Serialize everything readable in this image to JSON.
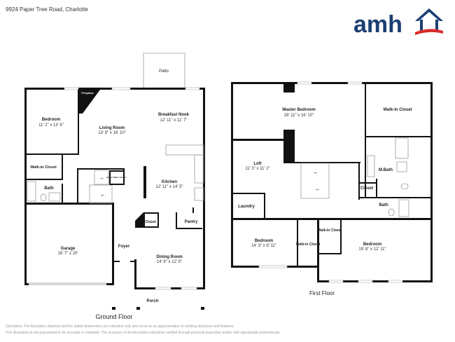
{
  "header": {
    "address": "9924 Paper Tree Road, Charlotte"
  },
  "logo": {
    "text": "amh",
    "brand_color": "#1c3f73",
    "swoosh_color": "#d92b2b"
  },
  "ground_floor": {
    "label": "Ground Floor",
    "rooms": [
      {
        "name": "Bedroom",
        "dims": "11' 2\" x 13' 6\""
      },
      {
        "name": "Living Room",
        "dims": "13' 9\" x 16' 10\""
      },
      {
        "name": "Breakfast Nook",
        "dims": "12' 11\" x 11' 7\""
      },
      {
        "name": "Kitchen",
        "dims": "12' 11\" x 14' 5\""
      },
      {
        "name": "Garage",
        "dims": "18' 7\" x 20'"
      },
      {
        "name": "Dining Room",
        "dims": "14' 9\" x 12' 5\""
      }
    ],
    "labels": {
      "fireplace": "Fireplace",
      "walkin": "Walk-in Closet",
      "bath": "Bath",
      "under_stairs": "Under Stairs Closet",
      "closet": "Closet",
      "pantry": "Pantry",
      "foyer": "Foyer",
      "porch": "Porch",
      "patio": "Patio"
    }
  },
  "first_floor": {
    "label": "First Floor",
    "rooms": [
      {
        "name": "Master Bedroom",
        "dims": "28' 11\" x 16' 10\""
      },
      {
        "name": "Loft",
        "dims": "11' 3\" x 11' 2\""
      },
      {
        "name": "Bedroom",
        "dims": "14' 3\" x 9' 11\""
      },
      {
        "name": "Bedroom",
        "dims": "19' 8\" x 12' 11\""
      }
    ],
    "labels": {
      "walkin_master": "Walk-In Closet",
      "mbath": "M.Bath",
      "closet": "Closet",
      "bath": "Bath",
      "laundry": "Laundry",
      "walkin_a": "Walk-in Closet",
      "walkin_b": "Walk-In Closet"
    }
  },
  "disclaimer": {
    "line1": "Disclaimer: The floorplans depicted and the stated dimensions are indicative only and serve as an approximation of existing structures and features.",
    "line2": "This illustration is not guaranteed to be accurate or complete. The accuracy of all information should be verified through personal inspection and/or with appropriate professionals."
  }
}
